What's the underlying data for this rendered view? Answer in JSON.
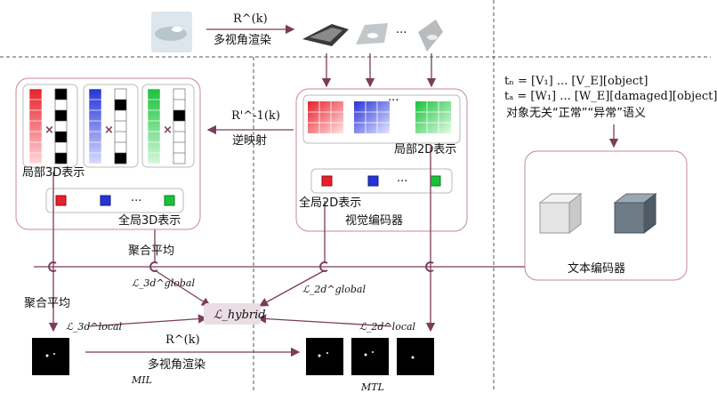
{
  "labels": {
    "render_top_symbol": "R^(k)",
    "render_top": "多视角渲染",
    "inverse_symbol": "R'^-1(k)",
    "inverse": "逆映射",
    "local3d": "局部3D表示",
    "global3d": "全局3D表示",
    "local2d": "局部2D表示",
    "global2d": "全局2D表示",
    "visual_encoder": "视觉编码器",
    "text_encoder": "文本编码器",
    "agg_avg_1": "聚合平均",
    "agg_avg_2": "聚合平均",
    "render_bottom_symbol": "R^(k)",
    "render_bottom": "多视角渲染",
    "mil": "MIL",
    "mtl": "MTL",
    "ellipsis": "...",
    "times": "×"
  },
  "text_prompts": {
    "tn": "tₙ = [V₁] ... [V_E][object]",
    "ta": "tₐ = [W₁] ... [W_E][damaged][object]",
    "note": "对象无关“正常”“异常”语义"
  },
  "losses": {
    "hybrid": "ℒ_hybrid",
    "global3d": "ℒ_3d^global",
    "global2d": "ℒ_2d^global",
    "local3d": "ℒ_3d^local",
    "local2d": "ℒ_2d^local"
  },
  "colors": {
    "box_border": "#c98a8f",
    "arrow": "#7b3c5b",
    "red": "#e8202a",
    "blue": "#2633d6",
    "green": "#19c23a",
    "pink_fill": "#eadde3"
  }
}
